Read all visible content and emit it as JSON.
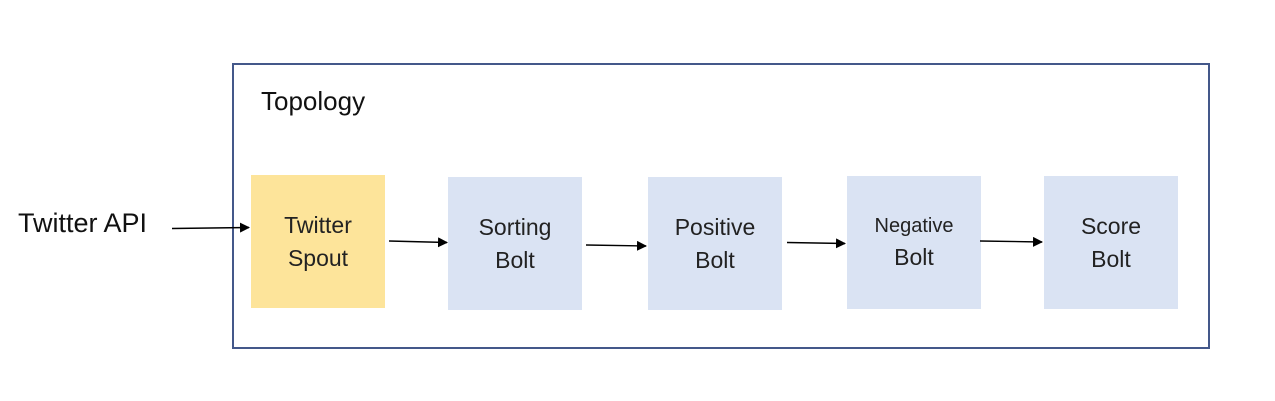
{
  "diagram": {
    "container_label": "Topology",
    "source_label": "Twitter API",
    "nodes": [
      {
        "id": "spout",
        "line1": "Twitter",
        "line2": "Spout",
        "fill": "#fde49a"
      },
      {
        "id": "sorting",
        "line1": "Sorting",
        "line2": "Bolt",
        "fill": "#dae3f3"
      },
      {
        "id": "positive",
        "line1": "Positive",
        "line2": "Bolt",
        "fill": "#dae3f3"
      },
      {
        "id": "negative",
        "line1": "Negative",
        "line2": "Bolt",
        "fill": "#dae3f3"
      },
      {
        "id": "score",
        "line1": "Score",
        "line2": "Bolt",
        "fill": "#dae3f3"
      }
    ],
    "edges": [
      {
        "from": "Twitter API",
        "to": "spout"
      },
      {
        "from": "spout",
        "to": "sorting"
      },
      {
        "from": "sorting",
        "to": "positive"
      },
      {
        "from": "positive",
        "to": "negative"
      },
      {
        "from": "negative",
        "to": "score"
      }
    ],
    "colors": {
      "frame": "#44588a",
      "spout": "#fde49a",
      "bolt": "#dae3f3",
      "arrow": "#000000"
    }
  }
}
